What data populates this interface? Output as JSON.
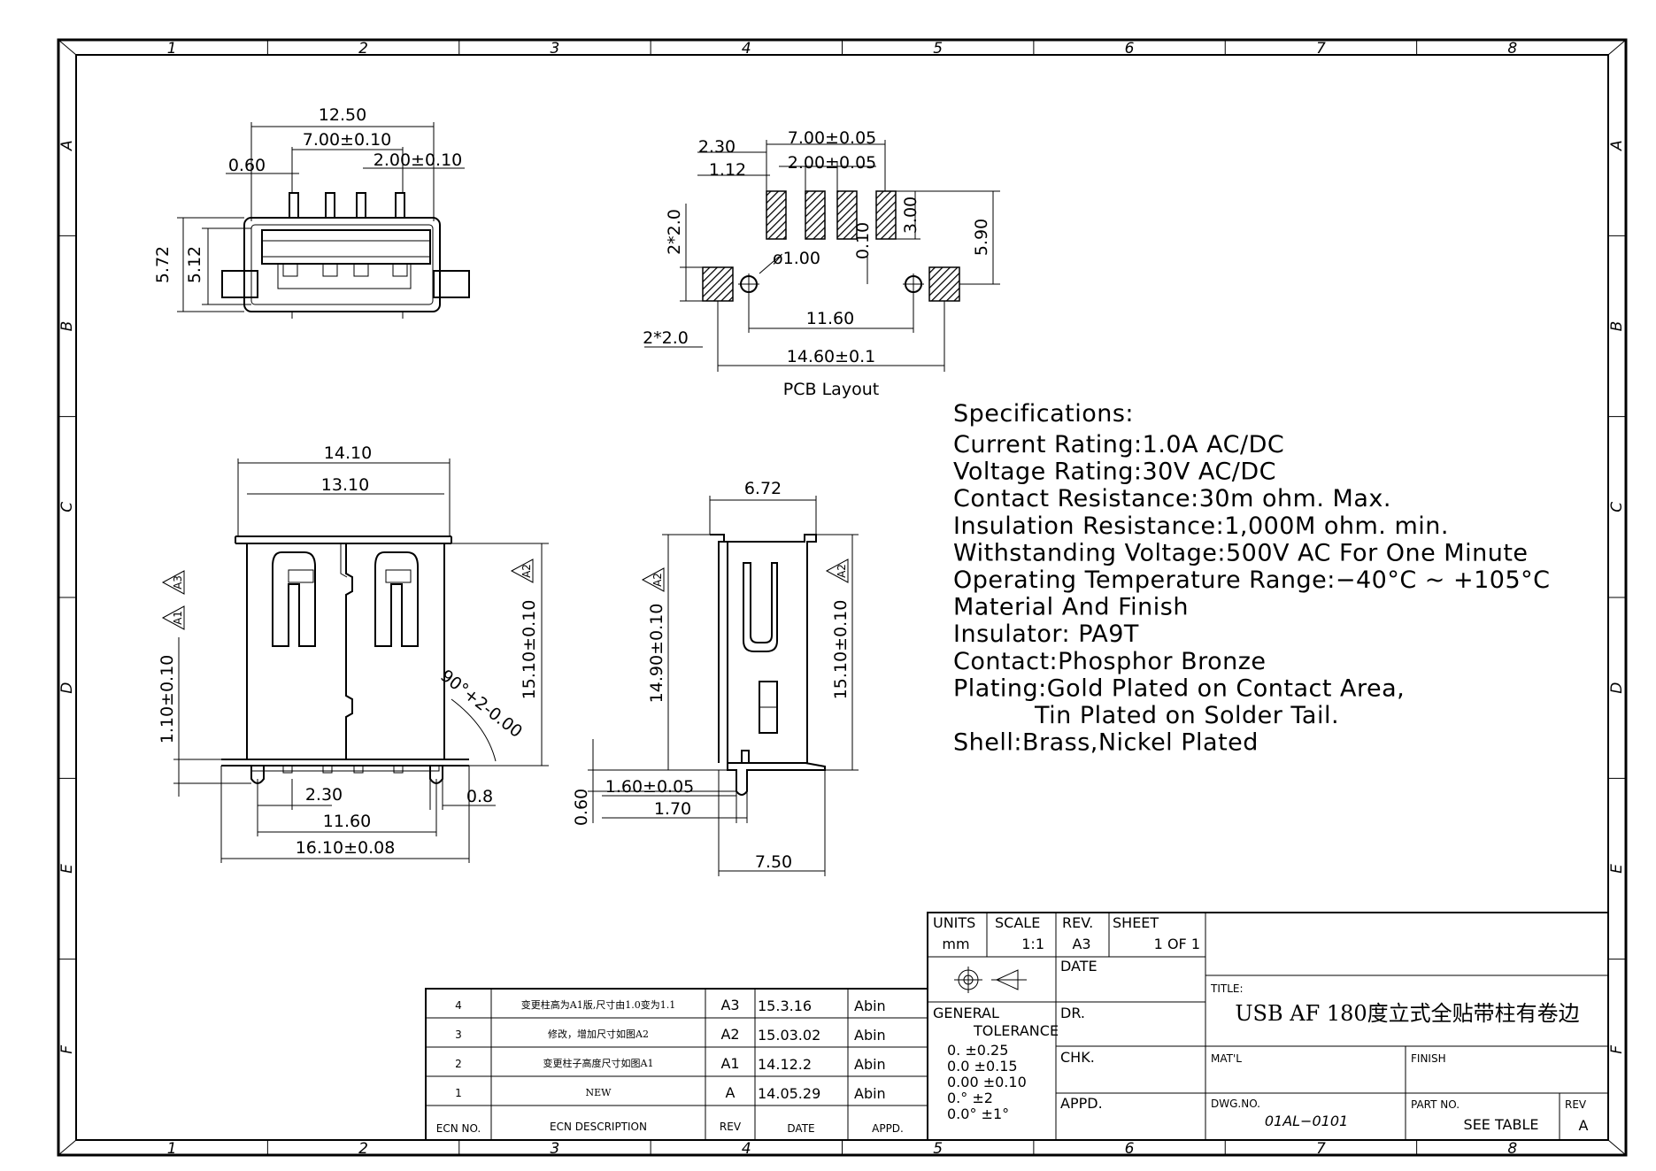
{
  "border": {
    "columns": [
      "1",
      "2",
      "3",
      "4",
      "5",
      "6",
      "7",
      "8"
    ],
    "rows": [
      "A",
      "B",
      "C",
      "D",
      "E",
      "F"
    ]
  },
  "front_view": {
    "dims": {
      "top_width": "12.50",
      "pin_span": "7.00±0.10",
      "pin_pitch": "2.00±0.10",
      "pin_width": "0.60",
      "outer_height": "5.72",
      "inner_height": "5.12"
    }
  },
  "pcb_layout": {
    "label": "PCB Layout",
    "dims": {
      "offset": "2.30",
      "pad_span": "7.00±0.05",
      "pad_offset": "1.12",
      "pad_pitch": "2.00±0.05",
      "tab_size_v": "2*2.0",
      "hole": "ø1.00",
      "pad_gap": "0.10",
      "pad_length": "3.00",
      "total_height": "5.90",
      "hole_span": "11.60",
      "tab_size_h": "2*2.0",
      "total_width": "14.60±0.1"
    }
  },
  "main_view": {
    "dims": {
      "outer_width": "14.10",
      "inner_width": "13.10",
      "height": "15.10±0.10",
      "post_height": "1.10±0.10",
      "angle": "90°+2-0.00",
      "post_offset": "2.30",
      "post_span": "11.60",
      "post_width": "0.8",
      "tab_width": "16.10±0.08"
    },
    "flags": [
      "A1",
      "A3",
      "A2"
    ]
  },
  "side_view": {
    "dims": {
      "width": "6.72",
      "height_left": "14.90±0.10",
      "height_right": "15.10±0.10",
      "tail": "0.60",
      "pin_1": "1.60±0.05",
      "pin_2": "1.70",
      "base": "7.50"
    },
    "flags": [
      "A2",
      "A2"
    ]
  },
  "specifications": {
    "heading": "Specifications:",
    "lines": [
      "Current  Rating:1.0A  AC/DC",
      "Voltage  Rating:30V  AC/DC",
      "Contact  Resistance:30m  ohm.  Max.",
      "Insulation  Resistance:1,000M  ohm.  min.",
      "Withstanding  Voltage:500V  AC  For  One  Minute",
      "Operating  Temperature  Range:−40°C  ~  +105°C",
      "Material  And  Finish",
      "Insulator:  PA9T",
      "Contact:Phosphor  Bronze",
      "Plating:Gold  Plated  on  Contact  Area,",
      "Tin  Plated  on  Solder  Tail.",
      "Shell:Brass,Nickel  Plated"
    ]
  },
  "ecn_table": {
    "headers": {
      "no": "ECN NO.",
      "desc": "ECN    DESCRIPTION",
      "rev": "REV",
      "date": "DATE",
      "appd": "APPD."
    },
    "rows": [
      {
        "no": "4",
        "desc": "变更柱高为A1版,尺寸由1.0变为1.1",
        "rev": "A3",
        "date": "15.3.16",
        "appd": "Abin"
      },
      {
        "no": "3",
        "desc": "修改，增加尺寸如图A2",
        "rev": "A2",
        "date": "15.03.02",
        "appd": "Abin"
      },
      {
        "no": "2",
        "desc": "变更柱子高度尺寸如图A1",
        "rev": "A1",
        "date": "14.12.2",
        "appd": "Abin"
      },
      {
        "no": "1",
        "desc": "NEW",
        "rev": "A",
        "date": "14.05.29",
        "appd": "Abin"
      }
    ]
  },
  "title_block": {
    "units_label": "UNITS",
    "units": "mm",
    "scale_label": "SCALE",
    "scale": "1:1",
    "rev_label": "REV.",
    "rev": "A3",
    "sheet_label": "SHEET",
    "sheet": "1  OF  1",
    "date_label": "DATE",
    "general_label": "GENERAL",
    "tolerance_label": "TOLERANCE",
    "tolerances": [
      "0.    ±0.25",
      "0.0   ±0.15",
      "0.00  ±0.10",
      "0.°  ±2",
      "0.0°  ±1°"
    ],
    "dr_label": "DR.",
    "chk_label": "CHK.",
    "appd_label": "APPD.",
    "title_label": "TITLE:",
    "title": "USB  AF  180度立式全贴带柱有卷边",
    "matl_label": "MAT'L",
    "finish_label": "FINISH",
    "dwg_label": "DWG.NO.",
    "dwg_no": "01AL−0101",
    "part_label": "PART NO.",
    "part_no": "SEE  TABLE",
    "rev2_label": "REV",
    "rev2": "A"
  }
}
